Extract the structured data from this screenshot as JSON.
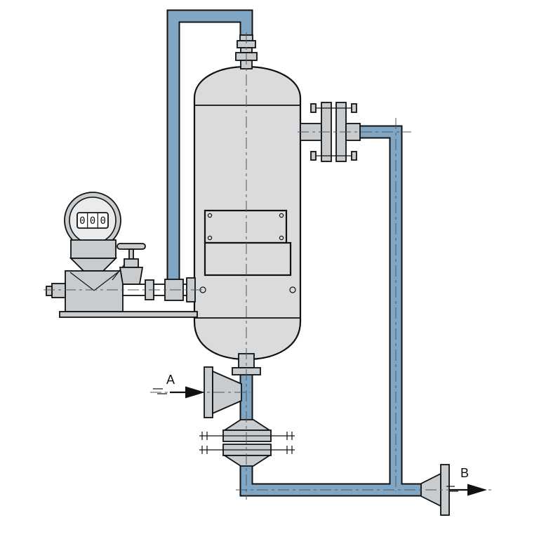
{
  "diagram": {
    "labels": {
      "inlet": "A",
      "outlet": "B"
    },
    "meter": {
      "digits": [
        "0",
        "0",
        "0"
      ]
    }
  },
  "colors": {
    "pipe_blue": "#7fa6c5",
    "vessel_fill": "#d9dbdd",
    "component_fill": "#c9cccf",
    "inner_face": "#e9ebec",
    "line": "#111111",
    "background": "#ffffff"
  }
}
